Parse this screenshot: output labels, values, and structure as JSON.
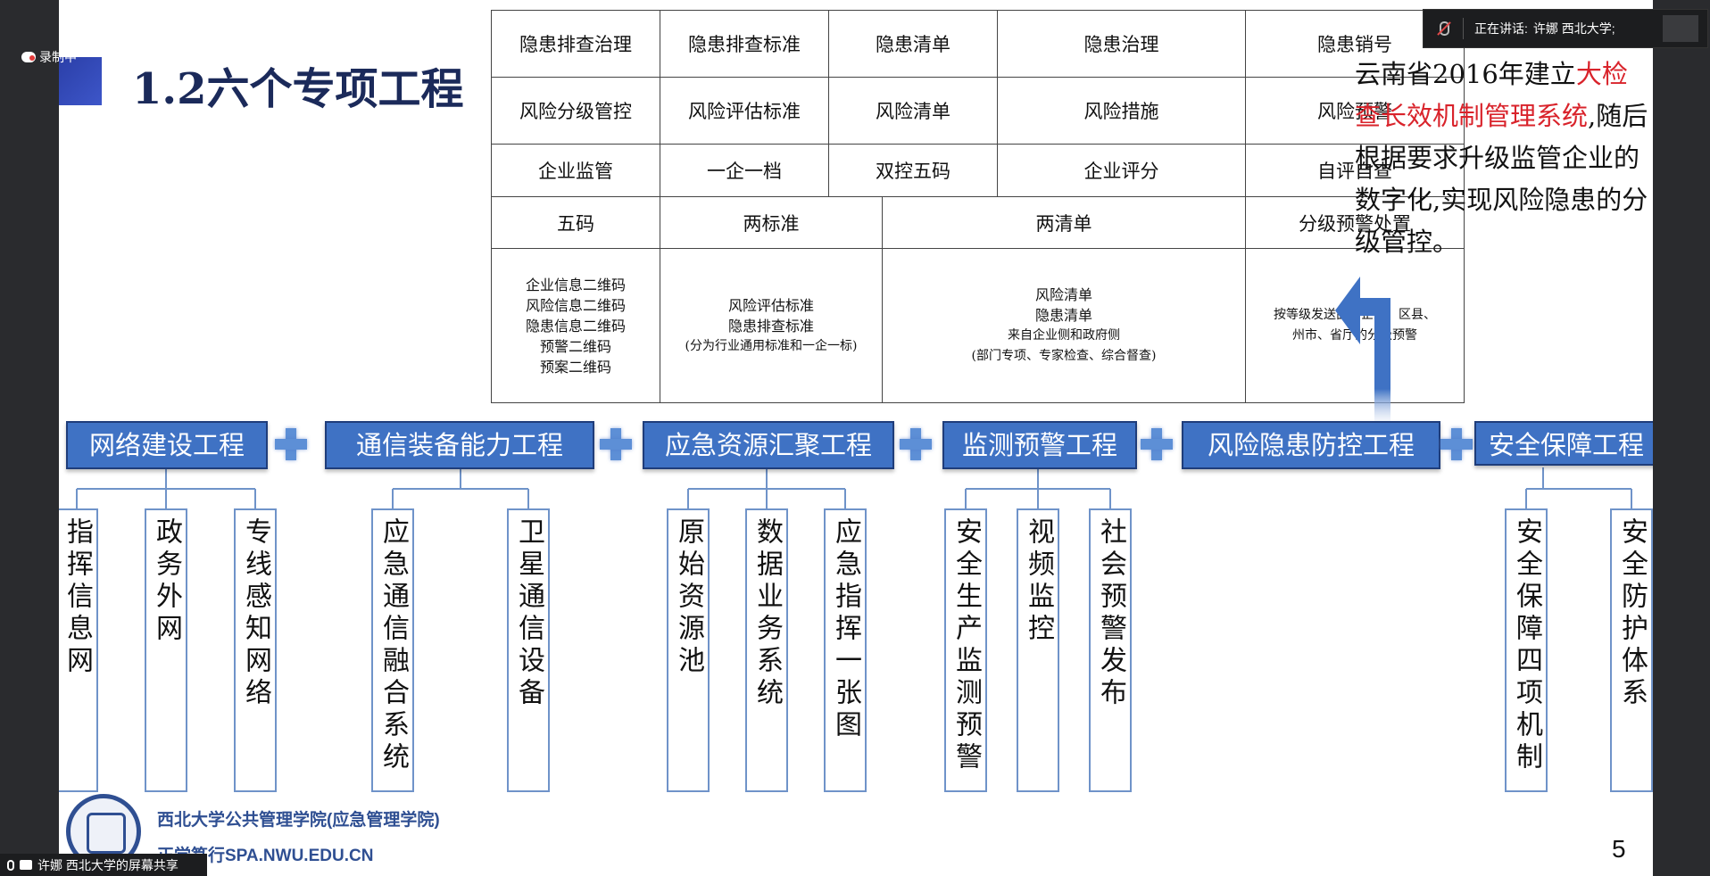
{
  "recording": {
    "label": "录制中"
  },
  "speaking": {
    "label": "正在讲话:",
    "speaker": "许娜 西北大学;"
  },
  "share": {
    "label": "许娜 西北大学的屏幕共享"
  },
  "slide": {
    "title": "1.2六个专项工程",
    "page_number": "5",
    "footer": {
      "line1": "西北大学公共管理学院(应急管理学院)",
      "line2": "正学笃行SPA.NWU.EDU.CN"
    },
    "side_text": {
      "part1": "云南省2016年建立",
      "part_red": "大检查长效机制管理系统",
      "part2": ",随后根据要求升级监管企业的数字化,实现风险隐患的分级管控。"
    },
    "table": {
      "row1": [
        "隐患排查治理",
        "隐患排查标准",
        "隐患清单",
        "隐患治理",
        "隐患销号"
      ],
      "row2": [
        "风险分级管控",
        "风险评估标准",
        "风险清单",
        "风险措施",
        "风险预警"
      ],
      "row3": [
        "企业监管",
        "一企一档",
        "双控五码",
        "企业评分",
        "自评自查"
      ],
      "row4": [
        "五码",
        "两标准",
        "两清单",
        "分级预警处置"
      ],
      "row5": {
        "c1": [
          "企业信息二维码",
          "风险信息二维码",
          "隐患信息二维码",
          "预警二维码",
          "预案二维码"
        ],
        "c2": [
          "风险评估标准",
          "隐患排查标准",
          "(分为行业通用标准和一企一标)"
        ],
        "c3": [
          "风险清单",
          "隐患清单",
          "来自企业侧和政府侧",
          "(部门专项、专家检查、综合督查)"
        ],
        "c4": [
          "按等级发送面向企业、区县、",
          "州市、省厅的分级预警"
        ]
      }
    },
    "projects": [
      {
        "name": "网络建设工程",
        "children": [
          "指挥信息网",
          "政务外网",
          "专线感知网络"
        ]
      },
      {
        "name": "通信装备能力工程",
        "children": [
          "应急通信融合系统",
          "卫星通信设备"
        ]
      },
      {
        "name": "应急资源汇聚工程",
        "children": [
          "原始资源池",
          "数据业务系统",
          "应急指挥一张图"
        ]
      },
      {
        "name": "监测预警工程",
        "children": [
          "安全生产监测预警",
          "视频监控",
          "社会预警发布"
        ]
      },
      {
        "name": "风险隐患防控工程",
        "children": []
      },
      {
        "name": "安全保障工程",
        "children": [
          "安全保障四项机制",
          "安全防护体系"
        ]
      }
    ]
  }
}
